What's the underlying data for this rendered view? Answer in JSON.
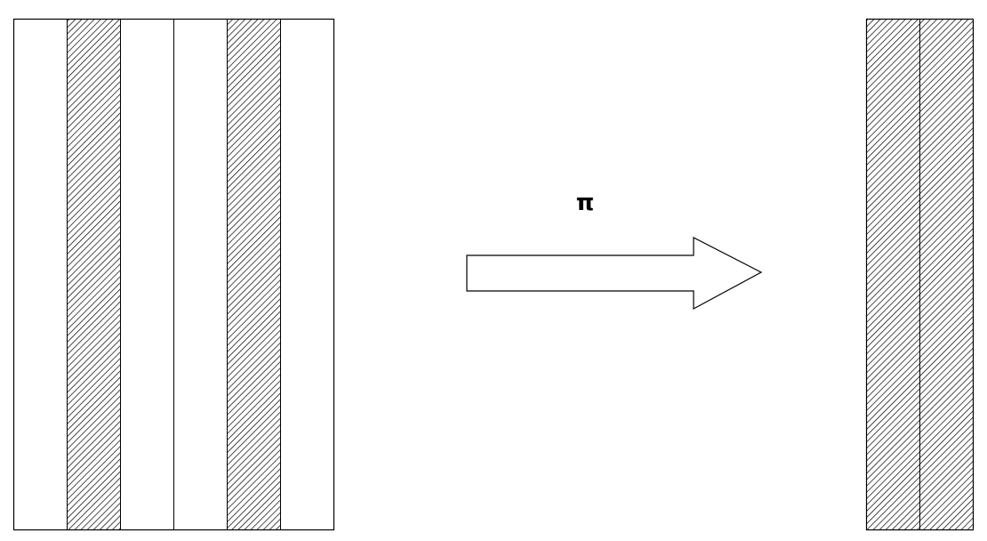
{
  "diagram": {
    "arrow_label": "π",
    "colors": {
      "stroke": "#000000",
      "background": "#ffffff",
      "hatch": "#000000"
    },
    "left_block": {
      "columns": [
        "blank",
        "hatched",
        "blank",
        "blank",
        "hatched",
        "blank"
      ]
    },
    "right_block": {
      "columns": [
        "hatched",
        "hatched"
      ]
    }
  }
}
